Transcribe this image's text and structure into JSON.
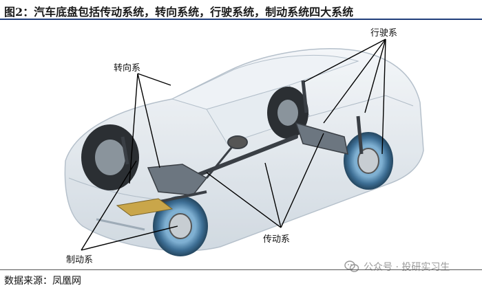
{
  "figure": {
    "title": "图2：汽车底盘包括传动系统，转向系统，行驶系统，制动系统四大系统"
  },
  "labels": {
    "steering": "转向系",
    "running": "行驶系",
    "transmission": "传动系",
    "braking": "制动系"
  },
  "source": "数据来源：凤凰网",
  "watermark": {
    "text": "公众号 · 投研实习生",
    "icon": "wechat-icon"
  },
  "colors": {
    "title_rule": "#1f3d7a",
    "car_body": "#dfe6ec",
    "wheel": "#5a8fb5",
    "chassis": "#3a3f45"
  }
}
